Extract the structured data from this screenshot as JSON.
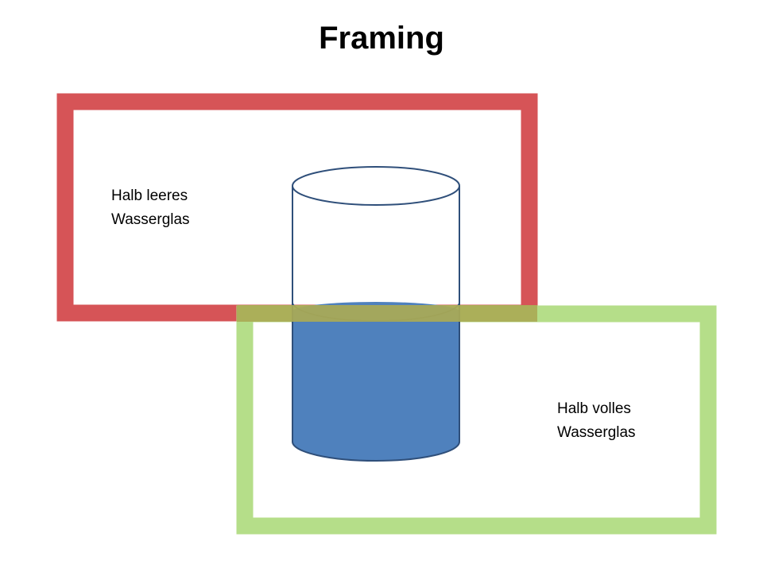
{
  "title": "Framing",
  "frames": {
    "empty": {
      "line1": "Halb leeres",
      "line2": "Wasserglas",
      "color": "#d65457"
    },
    "full": {
      "line1": "Halb volles",
      "line2": "Wasserglas",
      "color": "#b5de89"
    },
    "overlap_color": "#aaaa55"
  },
  "glass": {
    "water_color": "#4f81bd",
    "outline_color": "#2f4f7a",
    "fill_fraction": 0.5
  }
}
